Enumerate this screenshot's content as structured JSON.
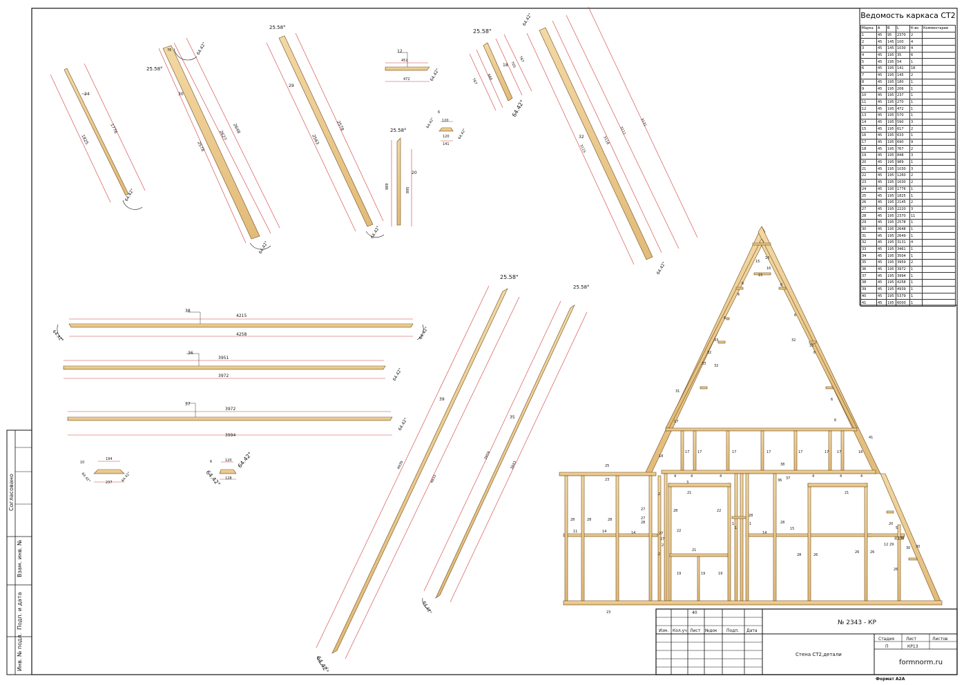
{
  "spec": {
    "title": "Ведомость каркаса СТ2",
    "headers": [
      "Марка",
      "A",
      "B",
      "L",
      "К-во",
      "Комментарии"
    ],
    "rows": [
      [
        "1",
        "45",
        "95",
        "2370",
        "2"
      ],
      [
        "2",
        "45",
        "145",
        "100",
        "4"
      ],
      [
        "3",
        "45",
        "145",
        "1030",
        "4"
      ],
      [
        "4",
        "45",
        "195",
        "35",
        "6"
      ],
      [
        "5",
        "45",
        "195",
        "54",
        "1"
      ],
      [
        "6",
        "45",
        "195",
        "141",
        "18"
      ],
      [
        "7",
        "45",
        "195",
        "145",
        "2"
      ],
      [
        "8",
        "45",
        "195",
        "180",
        "1"
      ],
      [
        "9",
        "45",
        "195",
        "206",
        "1"
      ],
      [
        "10",
        "45",
        "195",
        "237",
        "1"
      ],
      [
        "11",
        "45",
        "195",
        "270",
        "1"
      ],
      [
        "12",
        "45",
        "195",
        "472",
        "1"
      ],
      [
        "13",
        "45",
        "195",
        "570",
        "1"
      ],
      [
        "14",
        "45",
        "195",
        "590",
        "3"
      ],
      [
        "15",
        "45",
        "195",
        "617",
        "2"
      ],
      [
        "16",
        "45",
        "195",
        "633",
        "1"
      ],
      [
        "17",
        "45",
        "195",
        "690",
        "9"
      ],
      [
        "18",
        "45",
        "195",
        "767",
        "2"
      ],
      [
        "19",
        "45",
        "195",
        "848",
        "3"
      ],
      [
        "20",
        "45",
        "195",
        "989",
        "1"
      ],
      [
        "21",
        "45",
        "195",
        "1030",
        "3"
      ],
      [
        "22",
        "45",
        "195",
        "1260",
        "2"
      ],
      [
        "23",
        "45",
        "195",
        "1630",
        "2"
      ],
      [
        "24",
        "45",
        "195",
        "1776",
        "1"
      ],
      [
        "25",
        "45",
        "195",
        "1825",
        "1"
      ],
      [
        "26",
        "45",
        "195",
        "2145",
        "2"
      ],
      [
        "27",
        "45",
        "195",
        "2220",
        "3"
      ],
      [
        "28",
        "45",
        "195",
        "2370",
        "11"
      ],
      [
        "29",
        "45",
        "195",
        "2578",
        "1"
      ],
      [
        "30",
        "45",
        "195",
        "2648",
        "1"
      ],
      [
        "31",
        "45",
        "195",
        "2649",
        "1"
      ],
      [
        "32",
        "45",
        "195",
        "3131",
        "4"
      ],
      [
        "33",
        "45",
        "195",
        "3461",
        "1"
      ],
      [
        "34",
        "45",
        "195",
        "3504",
        "1"
      ],
      [
        "35",
        "45",
        "195",
        "3959",
        "2"
      ],
      [
        "36",
        "45",
        "195",
        "3972",
        "1"
      ],
      [
        "37",
        "45",
        "195",
        "3994",
        "1"
      ],
      [
        "38",
        "45",
        "195",
        "4258",
        "1"
      ],
      [
        "39",
        "45",
        "195",
        "4939",
        "1"
      ],
      [
        "40",
        "45",
        "195",
        "5379",
        "1"
      ],
      [
        "41",
        "45",
        "195",
        "6000",
        "1"
      ]
    ]
  },
  "side_labels": [
    "Согласовано",
    "Взам. инв. №",
    "Подп. и дата",
    "Инв. № подл."
  ],
  "title_block": {
    "doc_number": "№ 2343 - КР",
    "headers": [
      "Изм.",
      "Кол.уч",
      "Лист",
      "№док",
      "Подп.",
      "Дата"
    ],
    "sheet_name": "Стена СТ2,детали",
    "stage_label": "Стадия",
    "sheet_label": "Лист",
    "sheets_label": "Листов",
    "stage": "П",
    "sheet": "КР13",
    "company": "formnorm.ru",
    "format": "Формат А2А",
    "small_value": "40"
  },
  "parts": {
    "p24": {
      "mark": "24",
      "dims": [
        "1776",
        "1825"
      ],
      "angle": "64.42°"
    },
    "p30": {
      "mark": "30",
      "dims": [
        "2648",
        "2627",
        "2578"
      ],
      "angles": [
        "25.58°",
        "64.42°",
        "64.42°"
      ],
      "small": "76"
    },
    "p29": {
      "mark": "29",
      "dims": [
        "2578",
        "2563"
      ],
      "angles": [
        "25.58°",
        "64.42°"
      ]
    },
    "p12": {
      "mark": "12",
      "dims": [
        "451",
        "472"
      ],
      "angle": "64.42°"
    },
    "p20": {
      "mark": "20",
      "dims": [
        "989",
        "895"
      ],
      "angle": "25.58°"
    },
    "p6a": {
      "mark": "6",
      "dims": [
        "120",
        "120",
        "141"
      ],
      "angles": [
        "64.42°",
        "64.42°"
      ]
    },
    "p18": {
      "mark": "18",
      "dims": [
        "767",
        "705",
        "767",
        "660"
      ],
      "angles": [
        "25.58°",
        "64.42°"
      ]
    },
    "p32": {
      "mark": "32",
      "dims": [
        "3131",
        "3111",
        "3118",
        "3115"
      ],
      "angles": [
        "64.42°",
        "64.42°"
      ]
    },
    "p38": {
      "mark": "38",
      "dims": [
        "4215",
        "4258"
      ],
      "angles": [
        "64.42°",
        "64.42°"
      ]
    },
    "p36": {
      "mark": "36",
      "dims": [
        "3951",
        "3972"
      ],
      "angle": "64.42°"
    },
    "p37": {
      "mark": "37",
      "dims": [
        "3972",
        "3994"
      ],
      "angle": "64.42°"
    },
    "p10": {
      "mark": "10",
      "dims": [
        "194",
        "237"
      ],
      "angles": [
        "64.42°",
        "64.42°"
      ]
    },
    "p6b": {
      "mark": "6",
      "dims": [
        "120",
        "128"
      ],
      "angles": [
        "64.42°",
        "64.42°"
      ]
    },
    "p39": {
      "mark": "39",
      "dims": [
        "4939",
        "4833"
      ],
      "angles": [
        "25.58°",
        "64.42°"
      ]
    },
    "p35": {
      "mark": "35",
      "dims": [
        "3959",
        "3843"
      ],
      "angles": [
        "25.58°",
        "64.42°"
      ]
    }
  },
  "frame_labels": {
    "marks": [
      "15",
      "16",
      "16",
      "15",
      "6",
      "6",
      "6",
      "6",
      "6",
      "6",
      "33",
      "32",
      "32",
      "32",
      "33",
      "33",
      "31",
      "6",
      "6",
      "41",
      "18",
      "17",
      "17",
      "17",
      "17",
      "17",
      "17",
      "17",
      "17",
      "18",
      "25",
      "23",
      "38",
      "36",
      "37",
      "4",
      "4",
      "4",
      "4",
      "4",
      "4",
      "3",
      "21",
      "21",
      "21",
      "22",
      "22",
      "2",
      "2",
      "27",
      "27",
      "27",
      "28",
      "28",
      "28",
      "28",
      "28",
      "28",
      "28",
      "28",
      "27",
      "2",
      "11",
      "14",
      "14",
      "14",
      "15",
      "26",
      "26",
      "26",
      "26",
      "1",
      "1",
      "1",
      "19",
      "19",
      "19",
      "20",
      "23",
      "12",
      "29",
      "130",
      "30",
      "5",
      "30"
    ]
  }
}
